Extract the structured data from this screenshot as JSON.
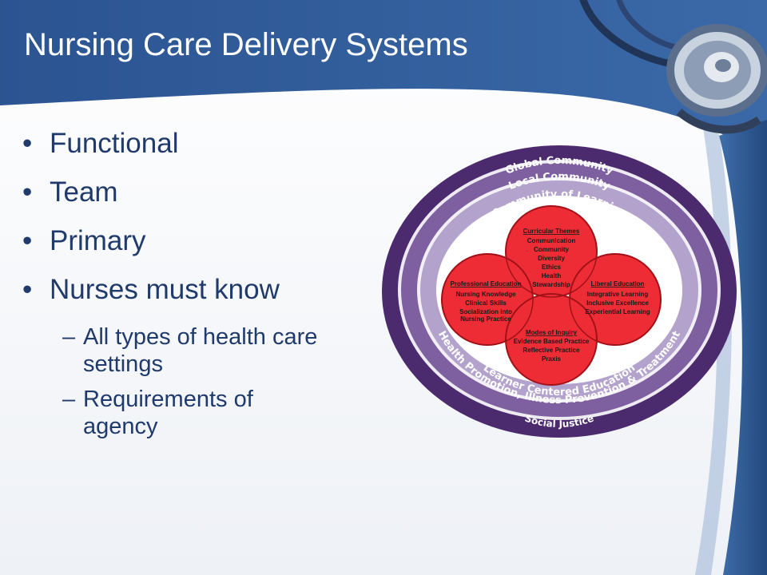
{
  "slide": {
    "title": "Nursing Care Delivery Systems",
    "bullets": [
      "Functional",
      "Team",
      "Primary",
      "Nurses must know"
    ],
    "sub_bullets": [
      "All types of health care settings",
      "Requirements of agency"
    ]
  },
  "diagram": {
    "outer_rings": {
      "top": [
        "Global Community",
        "Local Community",
        "Community of Learning"
      ],
      "bottom": [
        "Learner Centered Education",
        "Health Promotion, Illness Prevention & Treatment",
        "Social Justice"
      ]
    },
    "petals": {
      "curricular": {
        "heading": "Curricular Themes",
        "items": [
          "Communication",
          "Community",
          "Diversity",
          "Ethics",
          "Health",
          "Stewardship"
        ]
      },
      "professional": {
        "heading": "Professional Education",
        "items": [
          "Nursing Knowledge",
          "Clinical Skills",
          "Socialization into",
          "Nursing Practice"
        ]
      },
      "liberal": {
        "heading": "Liberal Education",
        "items": [
          "Integrative Learning",
          "Inclusive Excellence",
          "Experiential Learning"
        ]
      },
      "inquiry": {
        "heading": "Modes of Inquiry",
        "items": [
          "Evidence Based Practice",
          "Reflective Practice",
          "Praxis"
        ]
      }
    }
  },
  "colors": {
    "header_blue": "#2d5896",
    "text_blue": "#1f3a6b",
    "ring_outer": "#4b2a6e",
    "ring_mid": "#7e5fa0",
    "ring_inner": "#b3a3cc",
    "petal_red": "#ee2c35"
  },
  "icons": [
    "stethoscope-icon"
  ]
}
